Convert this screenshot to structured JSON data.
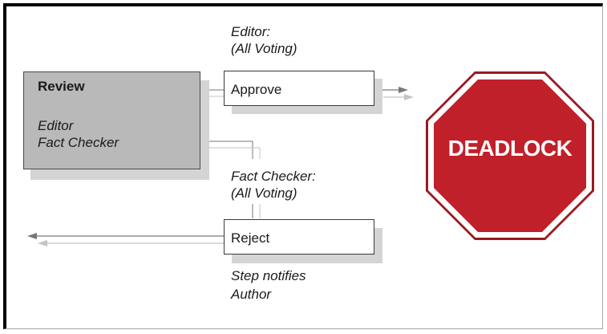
{
  "review": {
    "title": "Review",
    "role_1": "Editor",
    "role_2": "Fact Checker"
  },
  "approve": {
    "label": "Approve",
    "caption_1": "Editor:",
    "caption_2": "(All Voting)"
  },
  "reject": {
    "label": "Reject",
    "caption_1": "Fact Checker:",
    "caption_2": "(All Voting)",
    "note_1": "Step notifies",
    "note_2": "Author"
  },
  "stop_sign": {
    "text": "DEADLOCK",
    "fill": "#c0202a",
    "rim": "#ffffff",
    "edge": "#9a1a20"
  }
}
